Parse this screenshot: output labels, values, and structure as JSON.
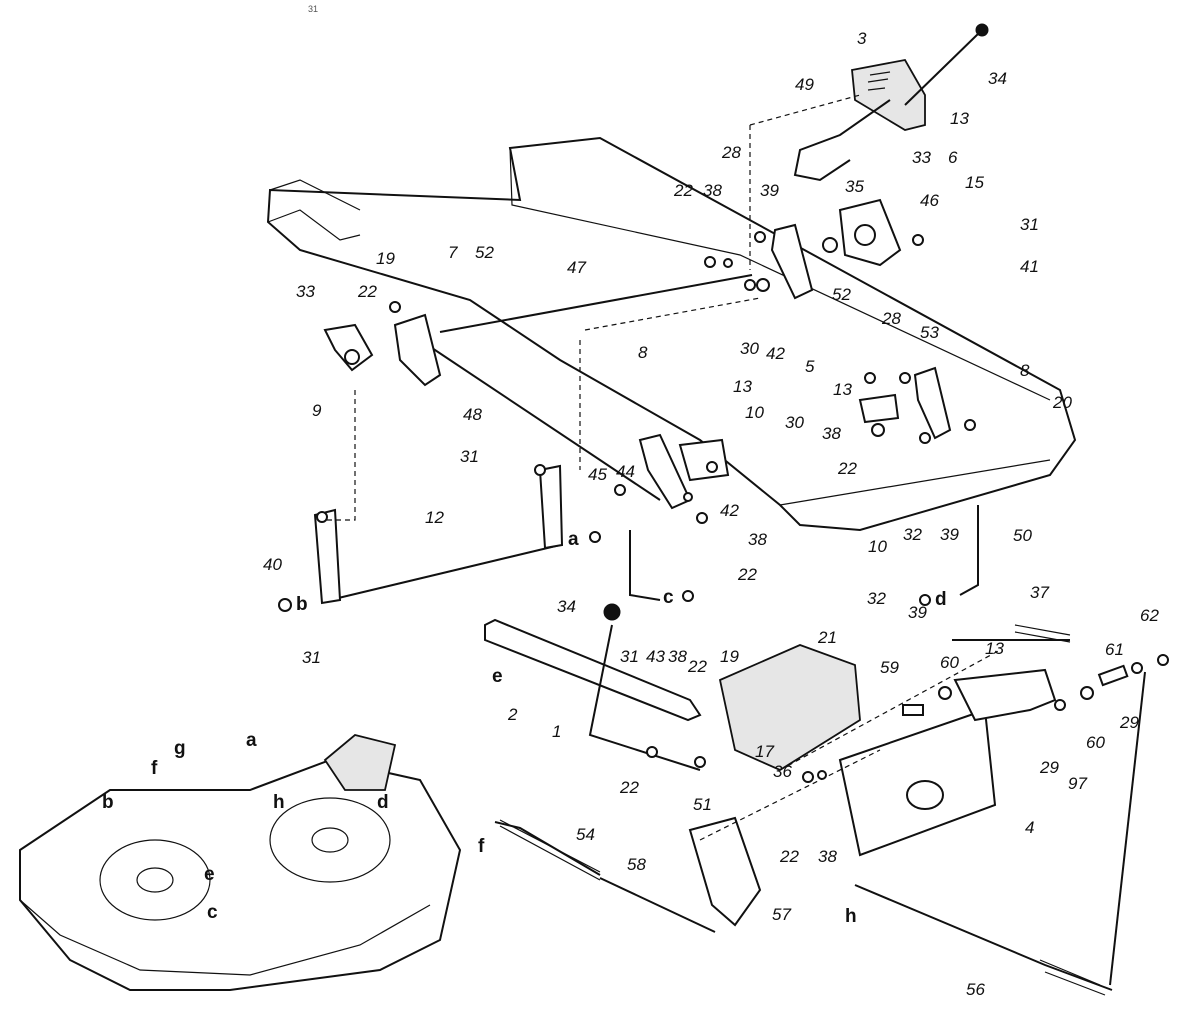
{
  "part_numbers": {
    "p1": "1",
    "p2": "2",
    "p3": "3",
    "p4": "4",
    "p5": "5",
    "p6": "6",
    "p7": "7",
    "p8a": "8",
    "p8b": "8",
    "p9": "9",
    "p10a": "10",
    "p10b": "10",
    "p12": "12",
    "p13a": "13",
    "p13b": "13",
    "p13c": "13",
    "p13d": "13",
    "p15": "15",
    "p17": "17",
    "p19a": "19",
    "p19b": "19",
    "p20": "20",
    "p21": "21",
    "p22a": "22",
    "p22b": "22",
    "p22c": "22",
    "p22d": "22",
    "p22e": "22",
    "p22f": "22",
    "p22g": "22",
    "p28a": "28",
    "p28b": "28",
    "p29a": "29",
    "p29b": "29",
    "p30a": "30",
    "p30b": "30",
    "p31a": "31",
    "p31b": "31",
    "p31c": "31",
    "p31d": "31",
    "p32a": "32",
    "p32b": "32",
    "p33a": "33",
    "p33b": "33",
    "p34a": "34",
    "p34b": "34",
    "p35": "35",
    "p36": "36",
    "p37": "37",
    "p38a": "38",
    "p38b": "38",
    "p38c": "38",
    "p38d": "38",
    "p38e": "38",
    "p39a": "39",
    "p39b": "39",
    "p39c": "39",
    "p40": "40",
    "p41": "41",
    "p42a": "42",
    "p42b": "42",
    "p43": "43",
    "p44": "44",
    "p45": "45",
    "p46": "46",
    "p47": "47",
    "p48": "48",
    "p49": "49",
    "p50": "50",
    "p51": "51",
    "p52a": "52",
    "p52b": "52",
    "p53": "53",
    "p54": "54",
    "p56": "56",
    "p57": "57",
    "p58": "58",
    "p59": "59",
    "p60a": "60",
    "p60b": "60",
    "p61": "61",
    "p62": "62",
    "p97": "97"
  },
  "connection_letters": {
    "a1": "a",
    "b1": "b",
    "c1": "c",
    "d1": "d",
    "e1": "e",
    "f1": "f",
    "h1": "h",
    "a2": "a",
    "b2": "b",
    "c2": "c",
    "d2": "d",
    "e2": "e",
    "f2": "f",
    "g2": "g",
    "h2": "h"
  },
  "corner_mark": "31",
  "line_color": "#111111",
  "paper_color": "#ffffff"
}
